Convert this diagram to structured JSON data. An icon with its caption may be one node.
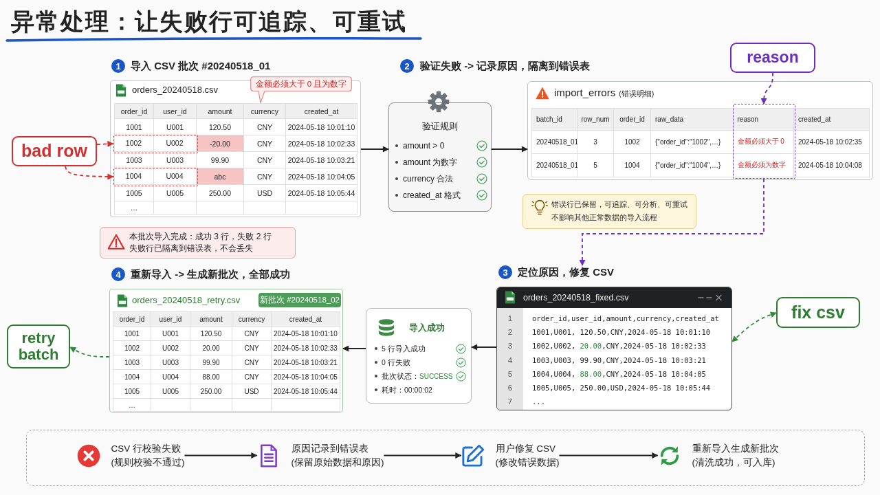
{
  "diagram": {
    "title": "异常处理：让失败行可追踪、可重试",
    "nodes": [
      {
        "text": [
          "1"
        ],
        "beside": [
          "导入 CSV 批次 #20240518_01"
        ]
      },
      {
        "text": [
          "orders_20240518.csv",
          "order_id",
          "user_id",
          "amount",
          "currency",
          "created_at",
          "1001",
          "U001",
          "120.50",
          "CNY",
          "2024-05-18 10:01:10",
          "-20.00",
          "CNY",
          "2024-05-18 10:02:33",
          "1003",
          "U003",
          "99.90",
          "CNY",
          "2024-05-18 10:03:21",
          "abc",
          "CNY",
          "2024-05-18 10:04:05",
          "1005",
          "U005",
          "250.00",
          "USD",
          "2024-05-18 10:05:44",
          "…"
        ]
      },
      {
        "text": [
          "金额必须大于 0 且为数字"
        ]
      },
      {
        "text": [
          "1002",
          "U002"
        ],
        "in": 1
      },
      {
        "text": [
          "1004",
          "U004"
        ],
        "in": 1
      },
      {
        "text": [
          "bad row"
        ]
      },
      {
        "text": [
          "本批次导入完成：成功 3 行，失败 2 行",
          "失败行已隔离到错误表，不会丢失"
        ]
      },
      {
        "text": [
          "2"
        ],
        "beside": [
          "验证失败 -> 记录原因，隔离到错误表"
        ]
      },
      {
        "text": [
          "验证规则",
          "amount > 0",
          "amount 为数字",
          "currency 合法",
          "created_at 格式"
        ]
      },
      {
        "text": [
          "reason"
        ]
      },
      {
        "text": [
          "import_errors",
          "(错误明细)",
          "batch_id",
          "row_num",
          "order_id",
          "raw_data",
          "created_at",
          "20240518_01",
          "3",
          "1002",
          "{\"order_id\":\"1002\",…}",
          "2024-05-18 10:02:35",
          "20240518_01",
          "5",
          "1004",
          "{\"order_id\":\"1004\",…}",
          "2024-05-18 10:04:08"
        ]
      },
      {
        "text": [
          "reason",
          "金额必须大于 0",
          "金额必须为数字"
        ],
        "in": 10
      },
      {
        "text": [
          "错误行已保留，可追踪、可分析、可重试",
          "不影响其他正常数据的导入流程"
        ]
      },
      {
        "text": [
          "4"
        ],
        "beside": [
          "重新导入 -> 生成新批次，全部成功"
        ]
      },
      {
        "text": [
          "retry batch"
        ]
      },
      {
        "text": [
          "orders_20240518_retry.csv",
          "order_id",
          "user_id",
          "amount",
          "currency",
          "created_at",
          "1001",
          "U001",
          "120.50",
          "CNY",
          "2024-05-18 10:01:10",
          "1002",
          "U002",
          "20.00",
          "CNY",
          "2024-05-18 10:02:33",
          "1003",
          "U003",
          "99.90",
          "CNY",
          "2024-05-18 10:03:21",
          "1004",
          "U004",
          "88.00",
          "CNY",
          "2024-05-18 10:04:05",
          "1005",
          "U005",
          "250.00",
          "USD",
          "2024-05-18 10:05:44",
          "…"
        ]
      },
      {
        "text": [
          "新批次 #20240518_02"
        ],
        "in": 15
      },
      {
        "text": [
          "导入成功",
          "5 行导入成功",
          "0 行失败",
          "批次状态：",
          "SUCCESS",
          "耗时：00:00:02"
        ]
      },
      {
        "text": [
          "3"
        ]
      },
      {
        "text": [
          "定位原因，修复 CSV"
        ]
      },
      {
        "text": [
          "orders_20240518_fixed.csv",
          "1",
          "order_id,user_id,amount,currency,created_at",
          "2",
          "1001,U001, 120.50,CNY,2024-05-18 10:01:10",
          "3",
          "1002,U002,",
          "20.00",
          ",CNY,2024-05-18 10:02:33",
          "4",
          "1003,U003, 99.90,CNY,2024-05-18 10:03:21",
          "5",
          "1004,U004,",
          "88.00",
          ",CNY,2024-05-18 10:04:05",
          "6",
          "1005,U005, 250.00,USD,2024-05-18 10:05:44",
          "7",
          "..."
        ]
      },
      {
        "text": [
          "fix csv"
        ]
      },
      {
        "text": [],
        "shape": "box"
      },
      {
        "text": [
          "CSV 行校验失败",
          "(规则校验不通过)"
        ],
        "in": 22
      },
      {
        "text": [
          "原因记录到错误表",
          "(保留原始数据和原因)"
        ],
        "in": 22
      },
      {
        "text": [
          "用户修复 CSV",
          "(修改错误数据)"
        ],
        "in": 22
      },
      {
        "text": [
          "重新导入生成新批次",
          "(清洗成功，可入库)"
        ],
        "in": 22
      }
    ],
    "edges": [
      {
        "from": 1,
        "to": 8,
        "arrow": "to"
      },
      {
        "from": 8,
        "to": 10,
        "arrow": "to"
      },
      {
        "from": 5,
        "to": 3,
        "arrow": "to",
        "style": "dashed",
        "color": "#d32f2f"
      },
      {
        "from": 5,
        "to": 4,
        "arrow": "to",
        "style": "dashed",
        "color": "#d32f2f"
      },
      {
        "from": 9,
        "to": 11,
        "arrow": "to",
        "style": "dashed",
        "color": "#6a2fc0"
      },
      {
        "from": 11,
        "to": 19,
        "arrow": "to",
        "style": "dashed",
        "color": "#6a2fc0"
      },
      {
        "from": 20,
        "to": 17,
        "arrow": "to"
      },
      {
        "from": 17,
        "to": 15,
        "arrow": "to"
      },
      {
        "from": 15,
        "to": 14,
        "arrow": "to",
        "style": "dashed",
        "color": "#2e8b3a"
      },
      {
        "from": 21,
        "to": 20,
        "arrow": "both",
        "style": "dashed",
        "color": "#2e8b3a"
      },
      {
        "from": 23,
        "to": 24,
        "arrow": "to"
      },
      {
        "from": 24,
        "to": 25,
        "arrow": "to"
      },
      {
        "from": 25,
        "to": 26,
        "arrow": "to"
      }
    ]
  }
}
